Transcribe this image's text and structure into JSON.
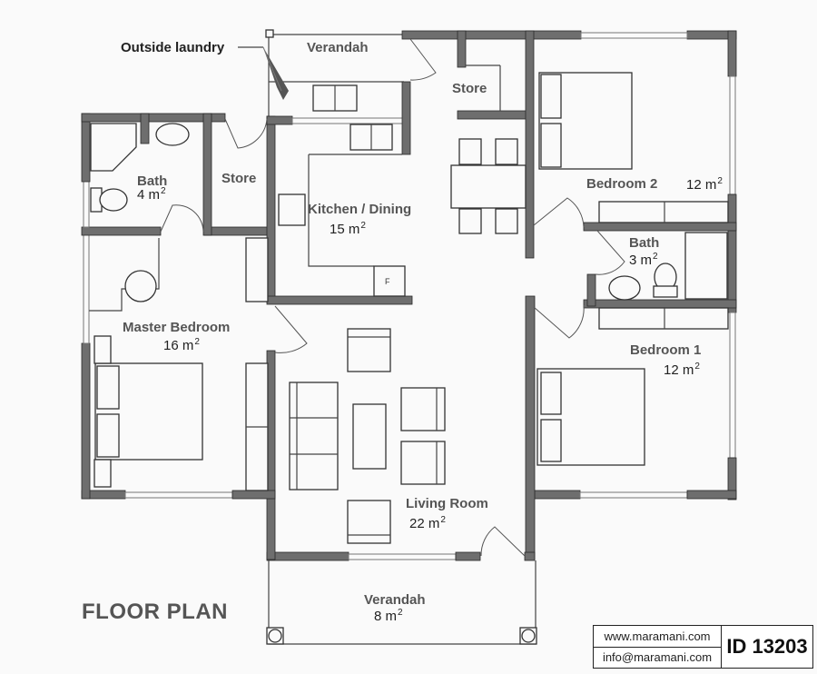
{
  "title": "FLOOR PLAN",
  "callout": "Outside laundry",
  "rooms": {
    "verandah_top": {
      "label": "Verandah"
    },
    "store_top": {
      "label": "Store"
    },
    "bedroom2": {
      "label": "Bedroom 2",
      "area": "12 m",
      "unit_sup": "2"
    },
    "bath_left": {
      "label": "Bath",
      "area": "4 m",
      "unit_sup": "2"
    },
    "store_left": {
      "label": "Store"
    },
    "kitchen": {
      "label": "Kitchen / Dining",
      "area": "15 m",
      "unit_sup": "2"
    },
    "bath_right": {
      "label": "Bath",
      "area": "3 m",
      "unit_sup": "2"
    },
    "master": {
      "label": "Master Bedroom",
      "area": "16 m",
      "unit_sup": "2"
    },
    "bedroom1": {
      "label": "Bedroom 1",
      "area": "12 m",
      "unit_sup": "2"
    },
    "living": {
      "label": "Living Room",
      "area": "22 m",
      "unit_sup": "2"
    },
    "verandah_bottom": {
      "label": "Verandah",
      "area": "8 m",
      "unit_sup": "2"
    }
  },
  "fridge_label": "F",
  "footer": {
    "website": "www.maramani.com",
    "email": "info@maramani.com",
    "plan_id": "ID 13203"
  }
}
